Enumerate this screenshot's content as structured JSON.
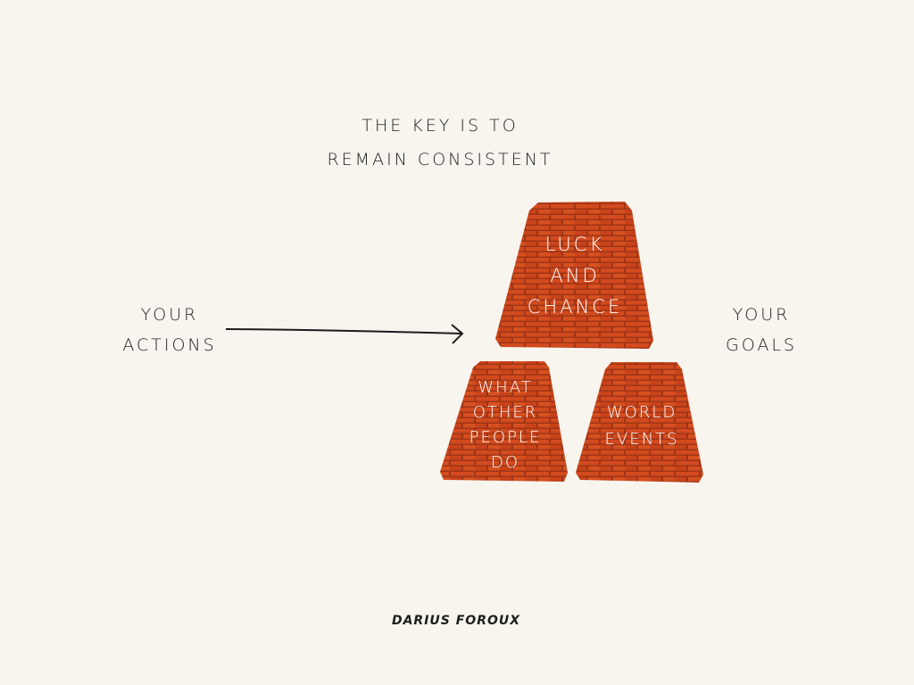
{
  "title": {
    "line1": "THE KEY IS TO",
    "line2": "REMAIN CONSISTENT"
  },
  "left_label": {
    "line1": "YOUR",
    "line2": "ACTIONS"
  },
  "right_label": {
    "line1": "YOUR",
    "line2": "GOALS"
  },
  "blocks": [
    {
      "lines": [
        "LUCK",
        "AND",
        "CHANCE"
      ]
    },
    {
      "lines": [
        "WHAT",
        "OTHER",
        "PEOPLE",
        "DO"
      ]
    },
    {
      "lines": [
        "WORLD",
        "EVENTS"
      ]
    }
  ],
  "signature": "DARIUS FOROUX",
  "colors": {
    "background": "#f8f5ee",
    "brick": "#d24a1e",
    "mortar": "#9e3517",
    "ink": "#1d1d1d"
  }
}
